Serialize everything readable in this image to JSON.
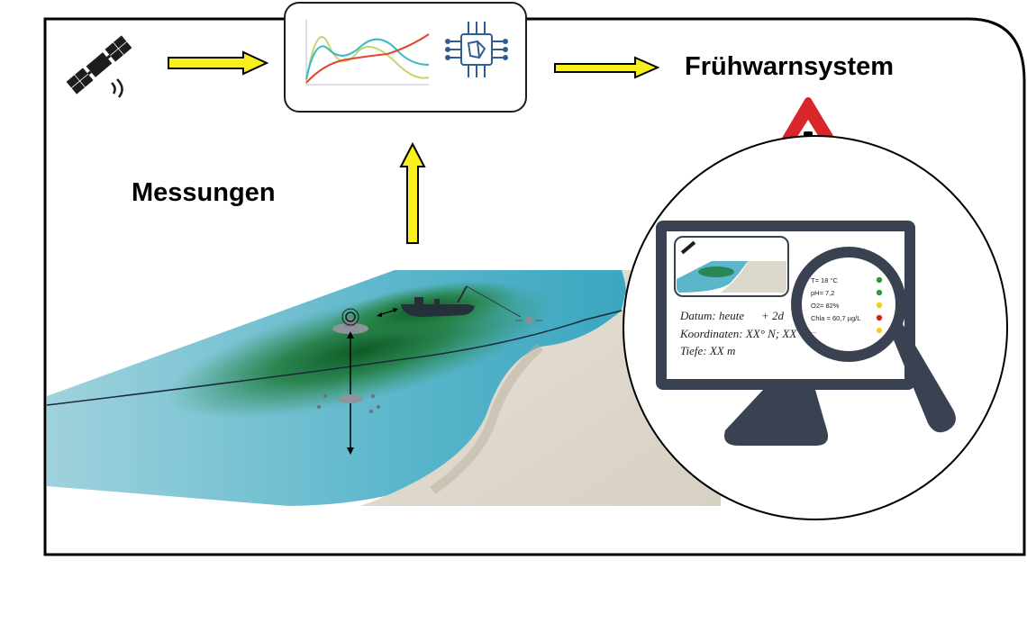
{
  "labels": {
    "early_warning": "Frühwarnsystem",
    "measurements": "Messungen"
  },
  "screen": {
    "info_line1": "Datum: heute",
    "info_line1_suffix": "+ 2d",
    "info_line2": "Koordinaten: XX° N; XX °O",
    "info_line3": "Tiefe: XX m"
  },
  "readings": [
    {
      "text": "T= 18 °C",
      "status_color": "#2e9a3a"
    },
    {
      "text": "pH= 7,2",
      "status_color": "#2e9a3a"
    },
    {
      "text": "O2= 82%",
      "status_color": "#f4d21a"
    },
    {
      "text": "Chla = 60,7 µg/L",
      "status_color": "#d6221c"
    },
    {
      "text": "...",
      "status_color": "#f4d21a"
    }
  ],
  "colors": {
    "arrow_fill": "#f7ef1e",
    "water": "#5bb6cb",
    "algae": "#1f7a3a",
    "sand": "#ddd8cc",
    "monitor": "#3a4252",
    "warning": "#d9262b",
    "ai_chip": "#2f5d92"
  },
  "icons": [
    "satellite-icon",
    "chart-icon",
    "ai-chip-icon",
    "warning-icon",
    "monitor-icon",
    "magnifier-icon",
    "boat-icon",
    "buoy-icon",
    "sensor-icon"
  ]
}
